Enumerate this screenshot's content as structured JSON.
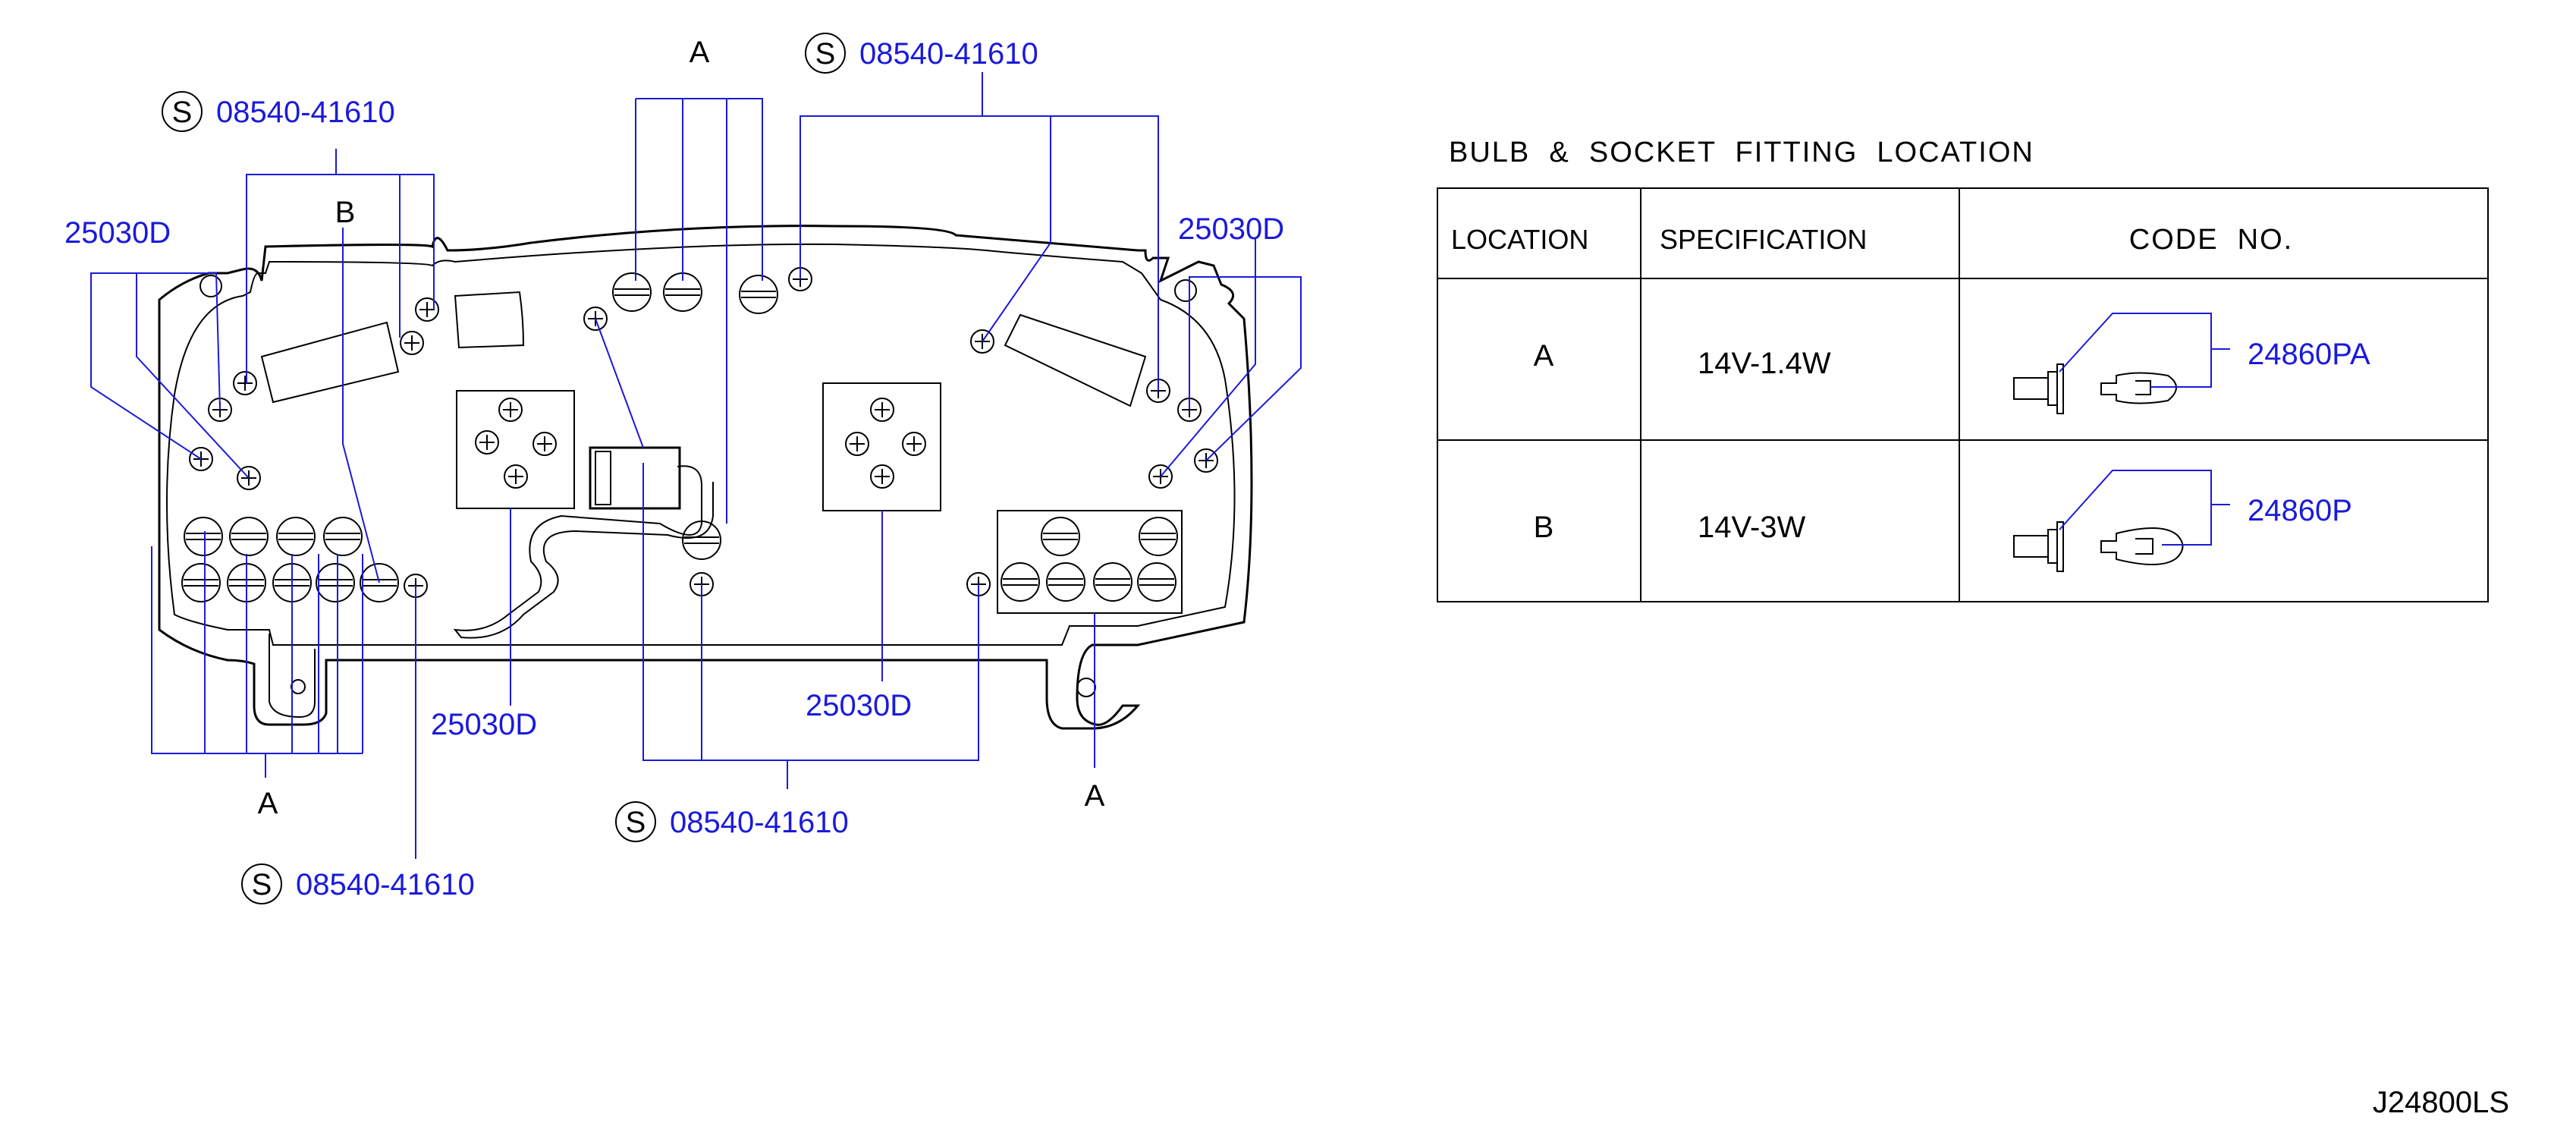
{
  "diagram": {
    "part_labels": {
      "s1": "08540-41610",
      "s2": "08540-41610",
      "s3": "08540-41610",
      "s4": "08540-41610",
      "p1": "25030D",
      "p2": "25030D",
      "p3": "25030D",
      "p4": "25030D"
    },
    "letters": {
      "top_a": "A",
      "b": "B",
      "bottom_left_a": "A",
      "bottom_right_a": "A",
      "s_symbol": "S"
    }
  },
  "table": {
    "title": "BULB  &  SOCKET  FITTING  LOCATION",
    "headers": [
      "LOCATION",
      "SPECIFICATION",
      "CODE  NO."
    ],
    "rows": [
      {
        "location": "A",
        "specification": "14V-1.4W",
        "code": "24860PA"
      },
      {
        "location": "B",
        "specification": "14V-3W",
        "code": "24860P"
      }
    ]
  },
  "drawing_id": "J24800LS",
  "colors": {
    "part_number": "#1a1adb",
    "line": "#000000",
    "leader": "#1a1adb"
  },
  "icons": [
    "screw-head-icon",
    "socket-icon",
    "bulb-icon",
    "s-circle-icon"
  ]
}
